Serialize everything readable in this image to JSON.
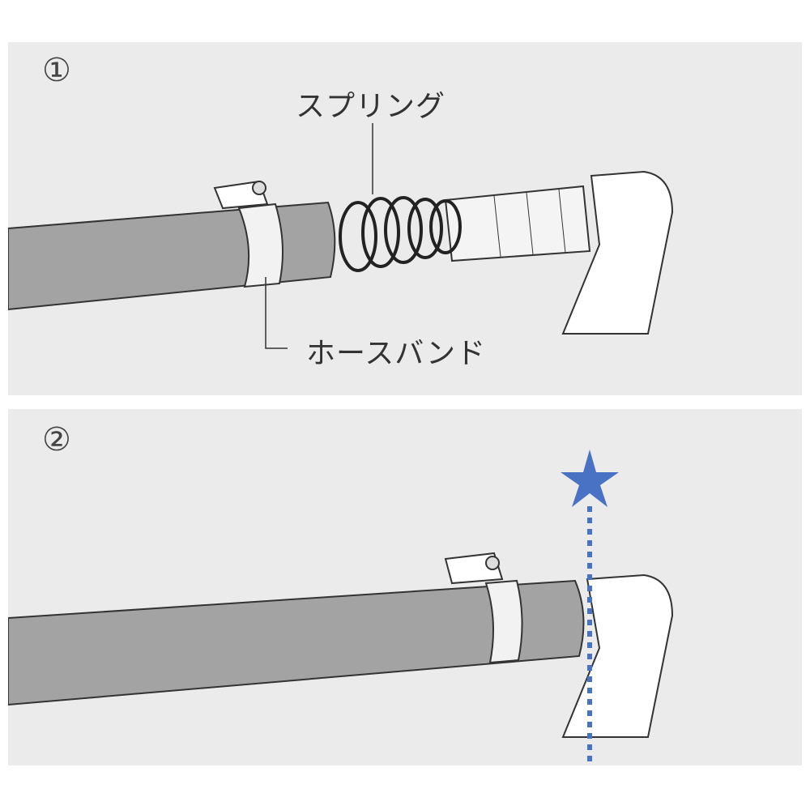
{
  "steps": [
    {
      "number": "①",
      "labels": {
        "spring": "スプリング",
        "hose_band": "ホースバンド"
      }
    },
    {
      "number": "②"
    }
  ],
  "colors": {
    "panel": "#ebebeb",
    "hose": "#a3a3a3",
    "outline": "#333333",
    "marker": "#4a72c4"
  }
}
